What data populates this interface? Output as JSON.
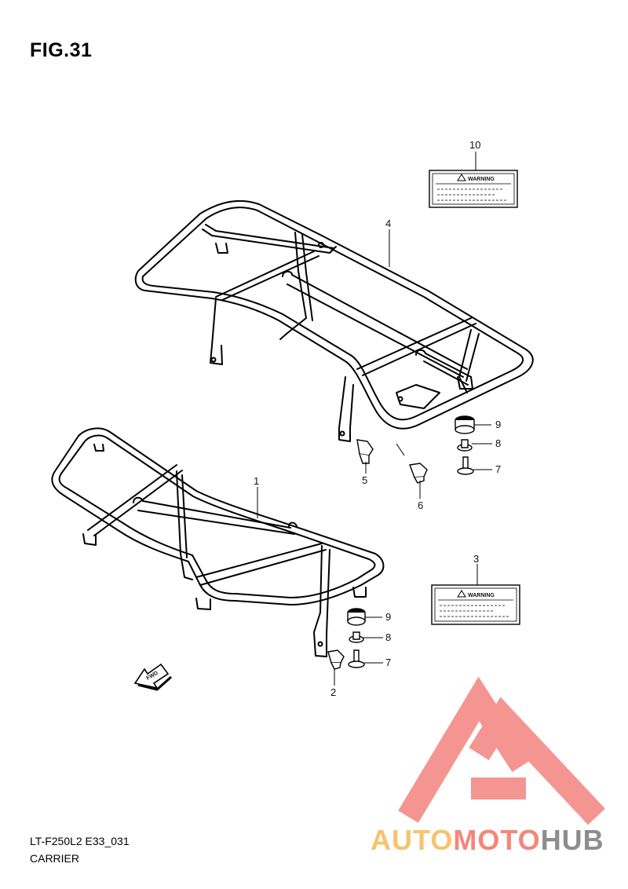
{
  "figure": {
    "title": "FIG.31",
    "code": "LT-F250L2 E33_031",
    "name": "CARRIER"
  },
  "labels": {
    "text": "WARNING"
  },
  "callouts": [
    "1",
    "2",
    "3",
    "4",
    "5",
    "6",
    "7",
    "7",
    "8",
    "8",
    "9",
    "9",
    "10"
  ],
  "fwd_label": "FWD",
  "watermark": {
    "part1": "AUTO",
    "part2": "MOTO",
    "part3": "HUB",
    "colors": {
      "auto": "#f6c36e",
      "moto": "#f4867a",
      "hub": "#8d8d8d",
      "triangle": "#f48a86"
    }
  }
}
